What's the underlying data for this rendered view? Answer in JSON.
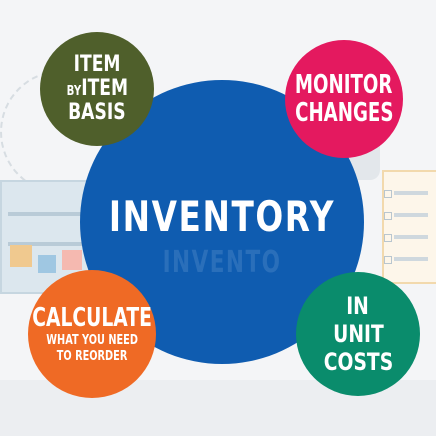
{
  "main": {
    "title": "INVENTORY",
    "ghost_text": "INVENTO"
  },
  "bubbles": {
    "item_basis": {
      "line1": "ITEM",
      "line2_prefix": "BY",
      "line2": "ITEM",
      "line3": "BASIS"
    },
    "monitor": {
      "line1": "MONITOR",
      "line2": "CHANGES"
    },
    "calculate": {
      "line1": "CALCULATE",
      "line2": "WHAT YOU NEED",
      "line3": "TO REORDER"
    },
    "unit_costs": {
      "line1": "IN",
      "line2": "UNIT",
      "line3": "COSTS"
    }
  },
  "colors": {
    "main": "#0f5cb0",
    "item_basis": "#4f5f2b",
    "monitor": "#e4195f",
    "calculate": "#ef6a25",
    "unit_costs": "#0a8c6c"
  }
}
